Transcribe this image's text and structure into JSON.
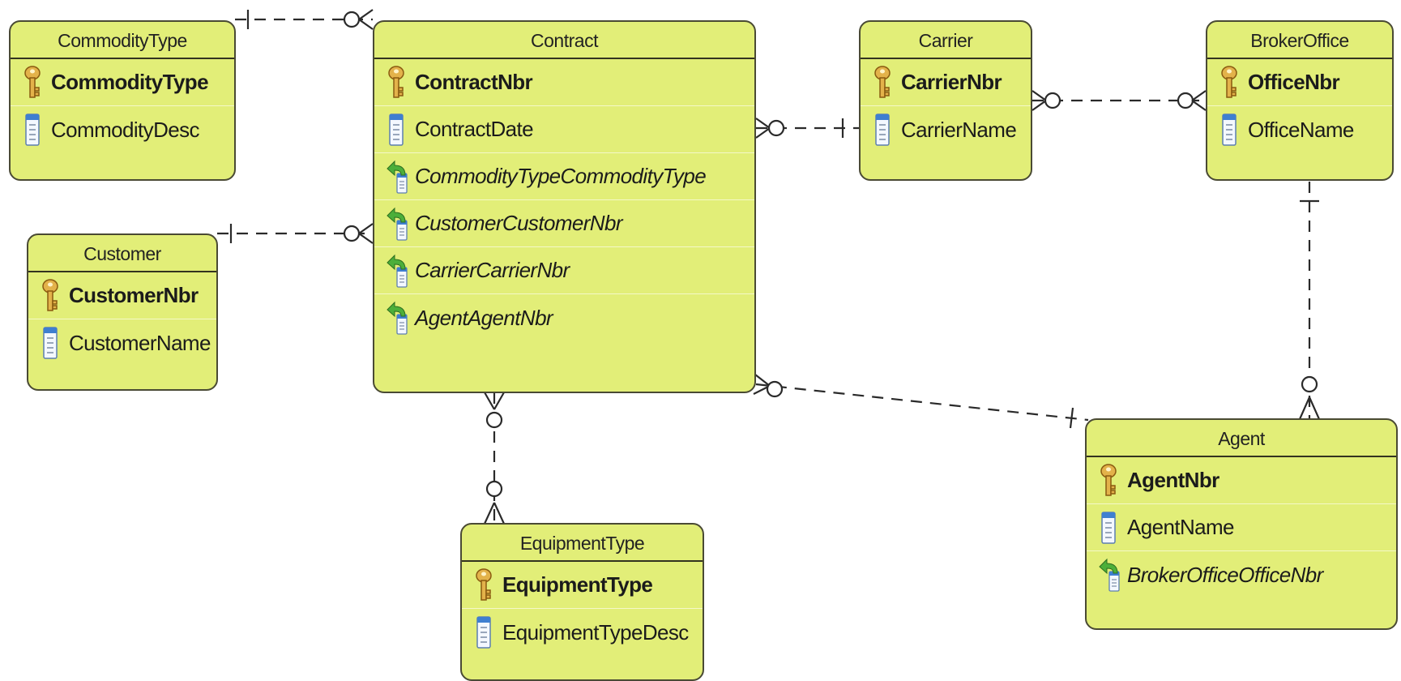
{
  "colors": {
    "entity_fill": "#e2ee78",
    "border": "#33331f",
    "connector": "#2a2a2a",
    "key_icon": "#d9a53a",
    "fk_arrow": "#4aa23a",
    "column_icon": "#3f7fd0"
  },
  "entities": {
    "commoditytype": {
      "title": "CommodityType",
      "attrs": [
        {
          "name": "CommodityType",
          "kind": "pk",
          "icon": "key-icon"
        },
        {
          "name": "CommodityDesc",
          "kind": "col",
          "icon": "column-icon"
        }
      ]
    },
    "customer": {
      "title": "Customer",
      "attrs": [
        {
          "name": "CustomerNbr",
          "kind": "pk",
          "icon": "key-icon"
        },
        {
          "name": "CustomerName",
          "kind": "col",
          "icon": "column-icon"
        }
      ]
    },
    "contract": {
      "title": "Contract",
      "attrs": [
        {
          "name": "ContractNbr",
          "kind": "pk",
          "icon": "key-icon"
        },
        {
          "name": "ContractDate",
          "kind": "col",
          "icon": "column-icon"
        },
        {
          "name": "CommodityTypeCommodityType",
          "kind": "fk",
          "icon": "foreign-key-icon"
        },
        {
          "name": "CustomerCustomerNbr",
          "kind": "fk",
          "icon": "foreign-key-icon"
        },
        {
          "name": "CarrierCarrierNbr",
          "kind": "fk",
          "icon": "foreign-key-icon"
        },
        {
          "name": "AgentAgentNbr",
          "kind": "fk",
          "icon": "foreign-key-icon"
        }
      ]
    },
    "carrier": {
      "title": "Carrier",
      "attrs": [
        {
          "name": "CarrierNbr",
          "kind": "pk",
          "icon": "key-icon"
        },
        {
          "name": "CarrierName",
          "kind": "col",
          "icon": "column-icon"
        }
      ]
    },
    "brokeroffice": {
      "title": "BrokerOffice",
      "attrs": [
        {
          "name": "OfficeNbr",
          "kind": "pk",
          "icon": "key-icon"
        },
        {
          "name": "OfficeName",
          "kind": "col",
          "icon": "column-icon"
        }
      ]
    },
    "equipmenttype": {
      "title": "EquipmentType",
      "attrs": [
        {
          "name": "EquipmentType",
          "kind": "pk",
          "icon": "key-icon"
        },
        {
          "name": "EquipmentTypeDesc",
          "kind": "col",
          "icon": "column-icon"
        }
      ]
    },
    "agent": {
      "title": "Agent",
      "attrs": [
        {
          "name": "AgentNbr",
          "kind": "pk",
          "icon": "key-icon"
        },
        {
          "name": "AgentName",
          "kind": "col",
          "icon": "column-icon"
        },
        {
          "name": "BrokerOfficeOfficeNbr",
          "kind": "fk",
          "icon": "foreign-key-icon"
        }
      ]
    }
  },
  "relationships": [
    {
      "from": "CommodityType",
      "to": "Contract",
      "from_end": "one",
      "to_end": "zero-or-many"
    },
    {
      "from": "Customer",
      "to": "Contract",
      "from_end": "one",
      "to_end": "zero-or-many"
    },
    {
      "from": "Carrier",
      "to": "Contract",
      "from_end": "one",
      "to_end": "zero-or-many"
    },
    {
      "from": "Carrier",
      "to": "BrokerOffice",
      "from_end": "zero-or-many",
      "to_end": "zero-or-many"
    },
    {
      "from": "BrokerOffice",
      "to": "Agent",
      "from_end": "one",
      "to_end": "zero-or-many"
    },
    {
      "from": "Agent",
      "to": "Contract",
      "from_end": "one",
      "to_end": "zero-or-many"
    },
    {
      "from": "Contract",
      "to": "EquipmentType",
      "from_end": "zero-or-many",
      "to_end": "zero-or-many"
    }
  ]
}
